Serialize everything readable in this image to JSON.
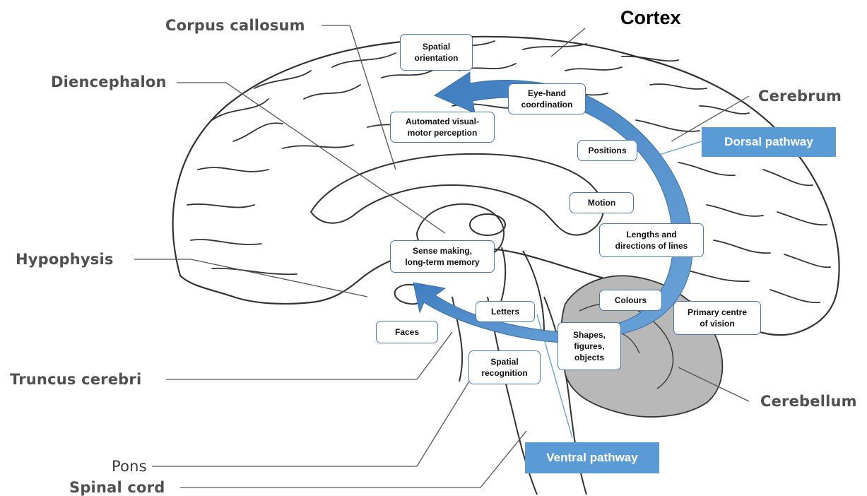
{
  "title": "Cortex",
  "anatomy_labels": {
    "corpus_callosum": "Corpus callosum",
    "diencephalon": "Diencephalon",
    "hypophysis": "Hypophysis",
    "truncus_cerebri": "Truncus cerebri",
    "pons": "Pons",
    "spinal_cord": "Spinal cord",
    "cerebrum": "Cerebrum",
    "cerebellum": "Cerebellum"
  },
  "pathways": {
    "dorsal": "Dorsal pathway",
    "ventral": "Ventral pathway"
  },
  "function_boxes": {
    "spatial_orientation": "Spatial\norientation",
    "eye_hand": "Eye-hand\ncoordination",
    "automated_visual": "Automated visual-\nmotor perception",
    "positions": "Positions",
    "motion": "Motion",
    "lengths": "Lengths  and\ndirections of lines",
    "sense_making": "Sense making,\nlong-term memory",
    "colours": "Colours",
    "primary_centre": "Primary centre\nof vision",
    "letters": "Letters",
    "faces": "Faces",
    "shapes": "Shapes,\nfigures,\nobjects",
    "spatial_recognition": "Spatial\nrecognition"
  },
  "colors": {
    "arrow_blue": "#4a86c5",
    "box_border": "#4a78b0",
    "pathway_fill": "#5b9bd5",
    "line_gray": "#555555"
  }
}
